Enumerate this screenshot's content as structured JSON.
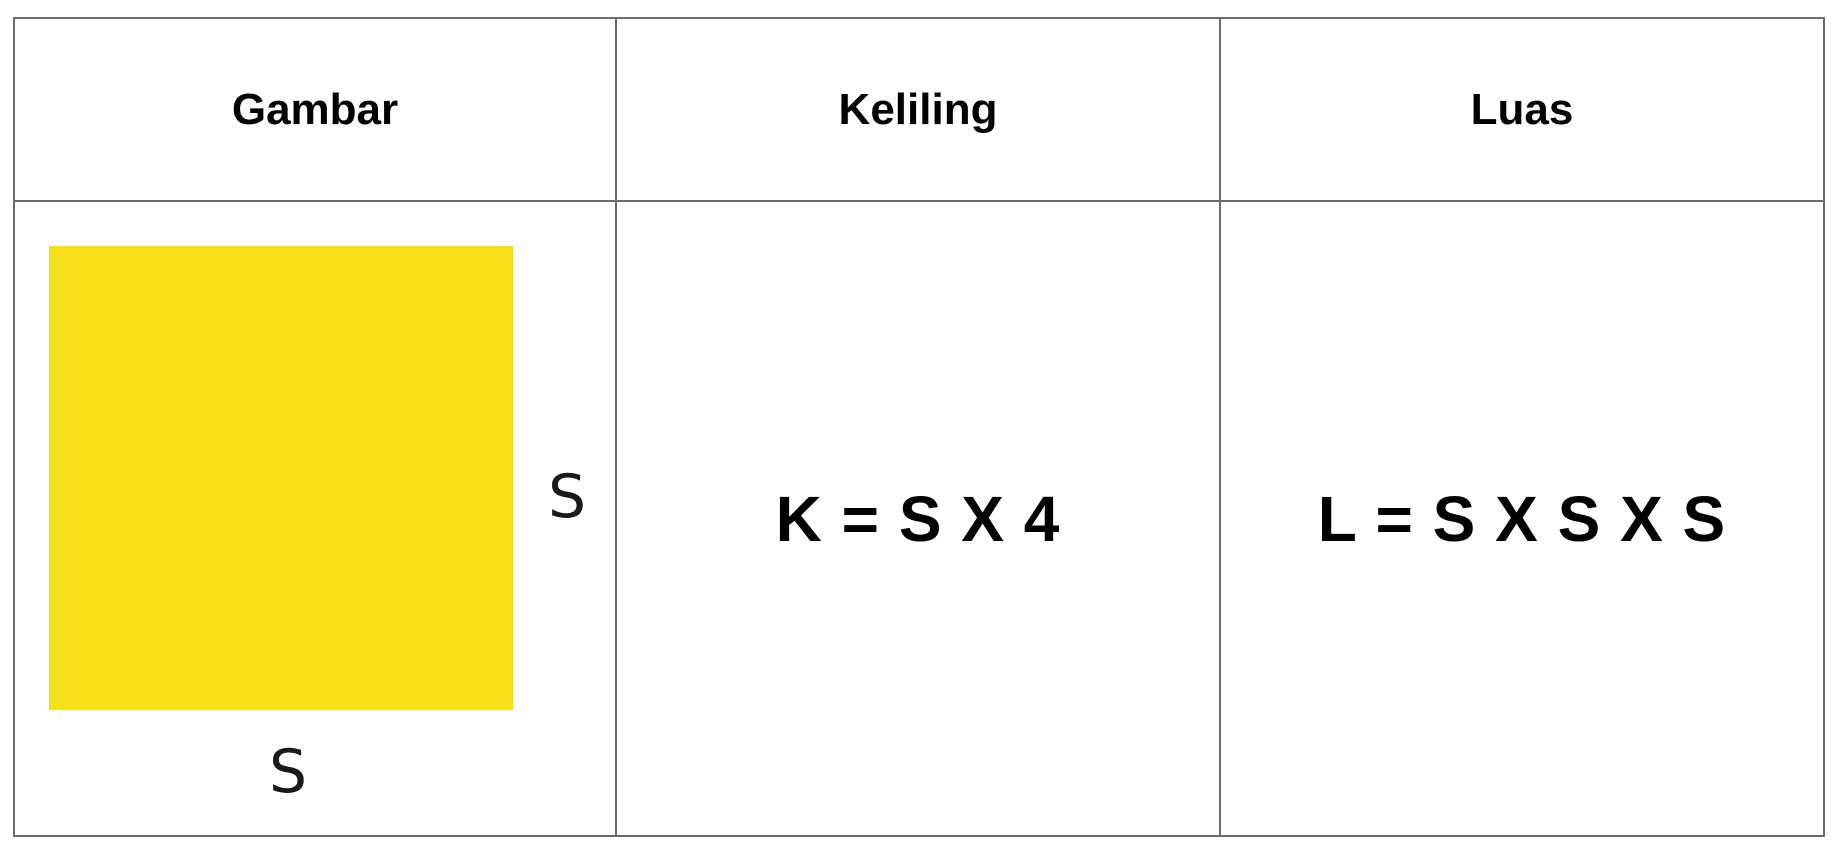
{
  "table": {
    "headers": [
      "Gambar",
      "Keliling",
      "Luas"
    ],
    "figure": {
      "shape": "square",
      "fill_color": "#F7E01A",
      "side_label_right": "S",
      "side_label_bottom": "S"
    },
    "keliling_formula": "K = S X 4",
    "luas_formula": "L = S X S X S"
  }
}
